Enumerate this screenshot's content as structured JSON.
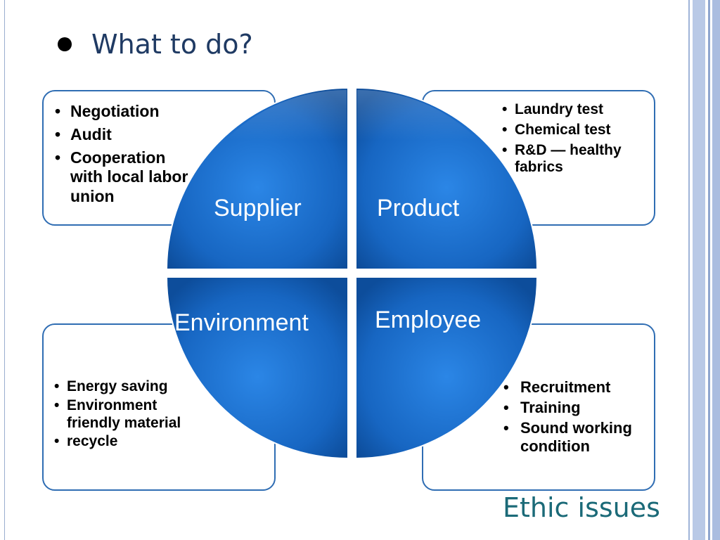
{
  "title": "What to do?",
  "footer": "Ethic issues",
  "colors": {
    "accent_blue": "#1f6fc8",
    "border_blue": "#2f6db3",
    "title_color": "#1f3a63",
    "footer_color": "#1b6a78"
  },
  "quadrants": {
    "supplier": {
      "label": "Supplier",
      "items": [
        "Negotiation",
        "Audit",
        "Cooperation with local labor union"
      ]
    },
    "product": {
      "label": "Product",
      "items": [
        "Laundry test",
        "Chemical test",
        "R&D — healthy fabrics"
      ]
    },
    "environment": {
      "label": "Environment",
      "items": [
        "Energy saving",
        "Environment friendly material",
        "recycle"
      ]
    },
    "employee": {
      "label": "Employee",
      "items": [
        "Recruitment",
        "Training",
        "Sound working condition"
      ]
    }
  }
}
